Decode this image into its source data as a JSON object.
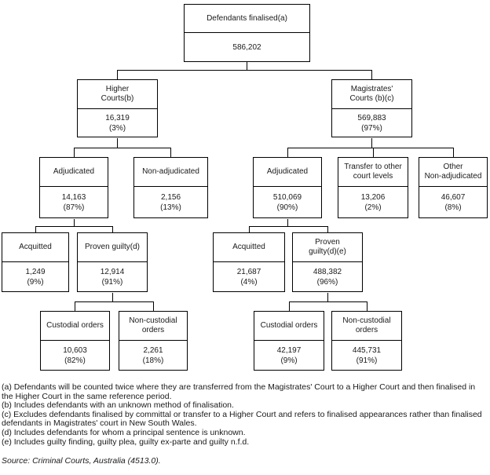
{
  "colors": {
    "line": "#000000",
    "text": "#1a1a1a",
    "background": "#ffffff"
  },
  "nodes": {
    "root": {
      "label": "Defendants finalised(a)",
      "value": "586,202"
    },
    "higher": {
      "label": "Higher\nCourts(b)",
      "value": "16,319",
      "pct": "(3%)"
    },
    "magistrates": {
      "label": "Magistrates'\nCourts (b)(c)",
      "value": "569,883",
      "pct": "(97%)"
    },
    "higher_adjudicated": {
      "label": "Adjudicated",
      "value": "14,163",
      "pct": "(87%)"
    },
    "higher_non_adjudicated": {
      "label": "Non-adjudicated",
      "value": "2,156",
      "pct": "(13%)"
    },
    "mag_adjudicated": {
      "label": "Adjudicated",
      "value": "510,069",
      "pct": "(90%)"
    },
    "mag_transfer": {
      "label": "Transfer to other\ncourt levels",
      "value": "13,206",
      "pct": "(2%)"
    },
    "mag_other_non_adjudicated": {
      "label": "Other\nNon-adjudicated",
      "value": "46,607",
      "pct": "(8%)"
    },
    "higher_acquitted": {
      "label": "Acquitted",
      "value": "1,249",
      "pct": "(9%)"
    },
    "higher_proven_guilty": {
      "label": "Proven guilty(d)",
      "value": "12,914",
      "pct": "(91%)"
    },
    "mag_acquitted": {
      "label": "Acquitted",
      "value": "21,687",
      "pct": "(4%)"
    },
    "mag_proven_guilty": {
      "label": "Proven\nguilty(d)(e)",
      "value": "488,382",
      "pct": "(96%)"
    },
    "higher_custodial": {
      "label": "Custodial orders",
      "value": "10,603",
      "pct": "(82%)"
    },
    "higher_non_custodial": {
      "label": "Non-custodial\norders",
      "value": "2,261",
      "pct": "(18%)"
    },
    "mag_custodial": {
      "label": "Custodial orders",
      "value": "42,197",
      "pct": "(9%)"
    },
    "mag_non_custodial": {
      "label": "Non-custodial\norders",
      "value": "445,731",
      "pct": "(91%)"
    }
  },
  "footnotes": [
    "(a) Defendants will be counted twice where they are transferred from the Magistrates' Court to a Higher Court and then finalised in the Higher Court in the same reference period.",
    "(b) Includes defendants with an unknown method of finalisation.",
    "(c) Excludes defendants finalised by committal or transfer to a Higher Court and refers to finalised appearances rather than finalised defendants in Magistrates' court in New South Wales.",
    "(d) Includes defendants for whom a principal sentence is unknown.",
    "(e) Includes guilty finding, guilty plea, guilty ex-parte and guilty n.f.d."
  ],
  "source": "Source: Criminal Courts, Australia (4513.0)."
}
